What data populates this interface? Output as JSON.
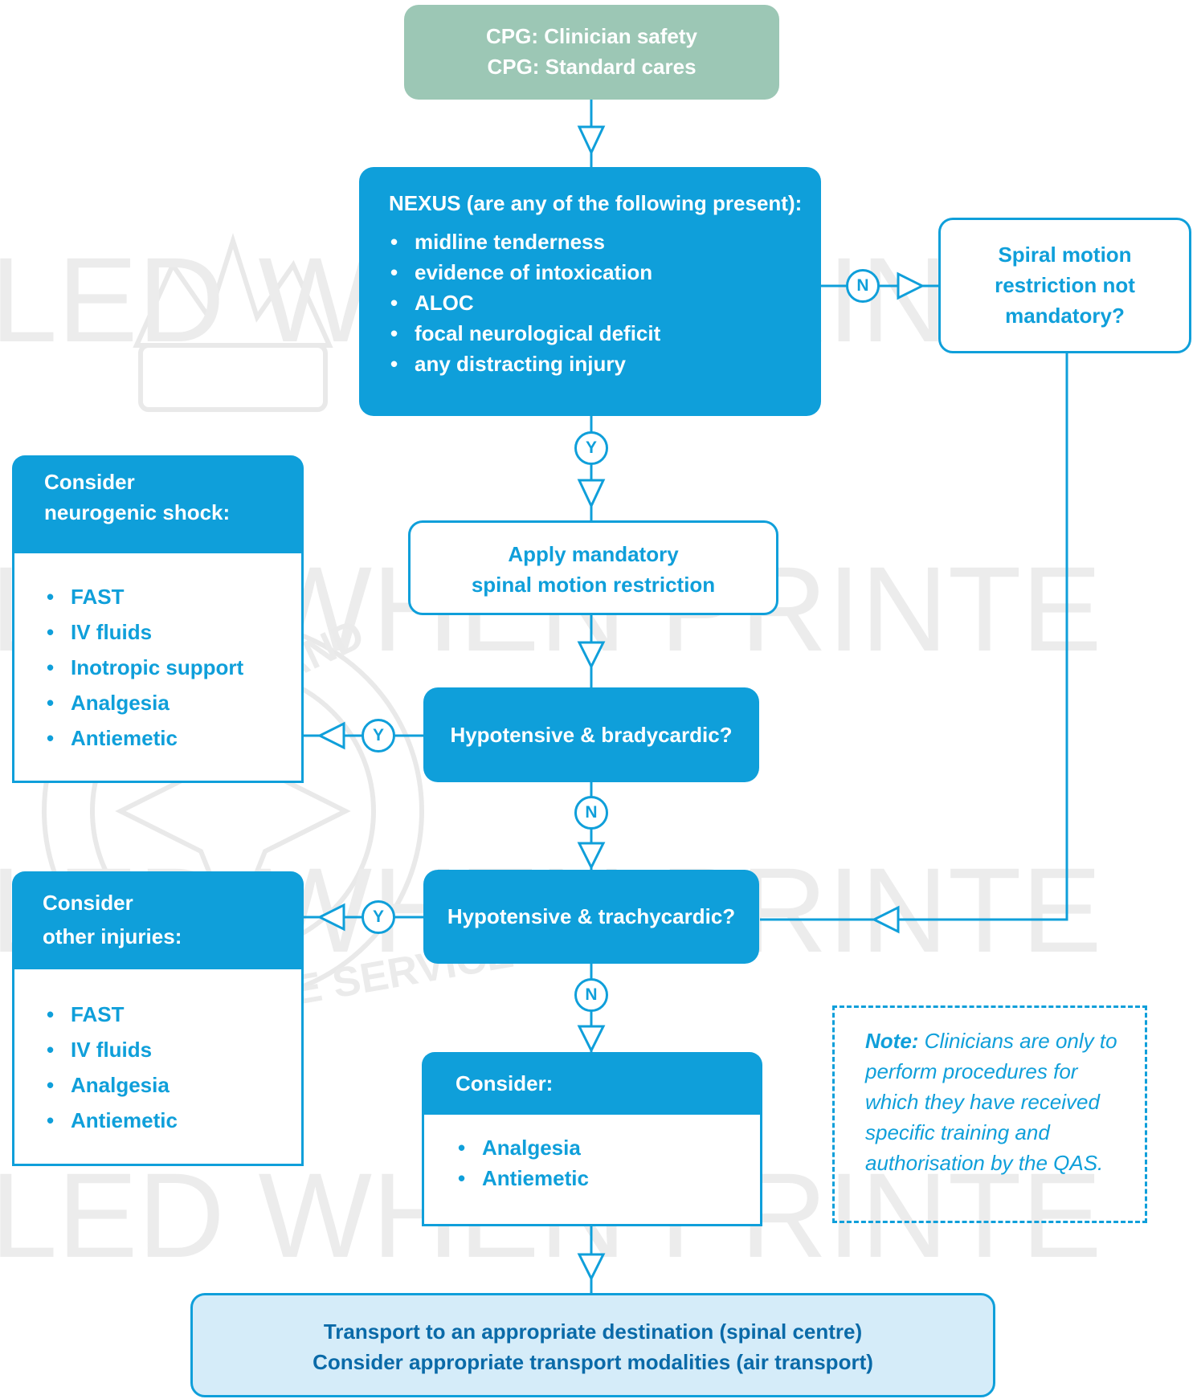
{
  "watermark": {
    "text": "LED WHEN PRINTE",
    "emblem_text_1": "QUEENSLAND",
    "emblem_text_2": "AMBULANCE SERVICE"
  },
  "colors": {
    "accent": "#0f9fda",
    "accent_dark": "#0a93cc",
    "start_box": "#9cc7b5",
    "end_box": "#d5ecf9",
    "text_dark_blue": "#0a6aa8",
    "white": "#ffffff"
  },
  "start": {
    "line1": "CPG: Clinician safety",
    "line2": "CPG: Standard cares"
  },
  "nexus": {
    "heading": "NEXUS (are any of the following present):",
    "items": [
      "midline tenderness",
      "evidence of intoxication",
      "ALOC",
      "focal neurological deficit",
      "any distracting injury"
    ]
  },
  "spiral": {
    "line1": "Spiral motion",
    "line2": "restriction not",
    "line3": "mandatory?"
  },
  "apply": {
    "line1": "Apply mandatory",
    "line2": "spinal motion restriction"
  },
  "hypo_brady": {
    "label": "Hypotensive & bradycardic?"
  },
  "hypo_tachy": {
    "label": "Hypotensive & trachycardic?"
  },
  "neurogenic": {
    "title_line1": "Consider",
    "title_line2": "neurogenic shock:",
    "items": [
      "FAST",
      "IV fluids",
      "Inotropic support",
      "Analgesia",
      "Antiemetic"
    ]
  },
  "other_injuries": {
    "title_line1": "Consider",
    "title_line2": "other injuries:",
    "items": [
      "FAST",
      "IV fluids",
      "Analgesia",
      "Antiemetic"
    ]
  },
  "consider": {
    "title": "Consider:",
    "items": [
      "Analgesia",
      "Antiemetic"
    ]
  },
  "note": {
    "bold": "Note:",
    "text": "Clinicians are only to perform procedures for which they have received specific training and authorisation by the QAS."
  },
  "transport": {
    "line1": "Transport to an appropriate destination (spinal centre)",
    "line2": "Consider appropriate transport modalities (air transport)"
  },
  "labels": {
    "yes": "Y",
    "no": "N"
  }
}
